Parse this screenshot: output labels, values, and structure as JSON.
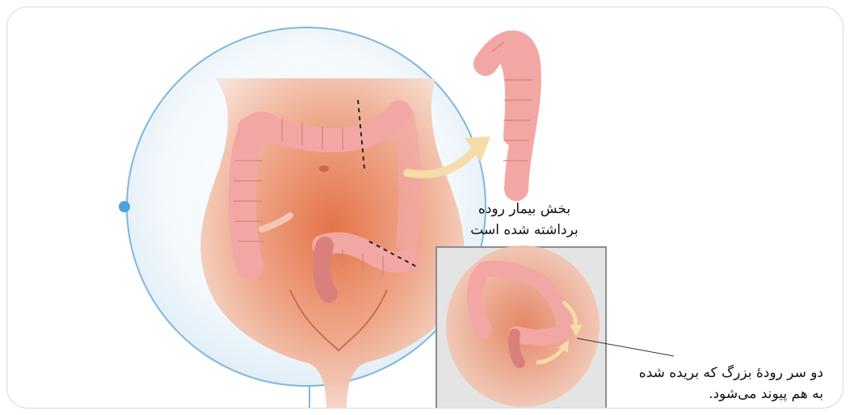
{
  "labels": {
    "removed_line1": "بخش بیمار روده",
    "removed_line2": "برداشته شده است",
    "inset_line1": "دو سر رودهٔ بزرگ که بریده شده",
    "inset_line2": "به هم پیوند می‌شود."
  },
  "colors": {
    "circle_stroke": "#7fb7dd",
    "circle_dot": "#4aa3e0",
    "skin": "#e9a98d",
    "colon": "#f2a7a4",
    "colon_dark": "#d9807d",
    "arrow": "#f6dca8",
    "inset_bg": "#e4e4e4"
  }
}
